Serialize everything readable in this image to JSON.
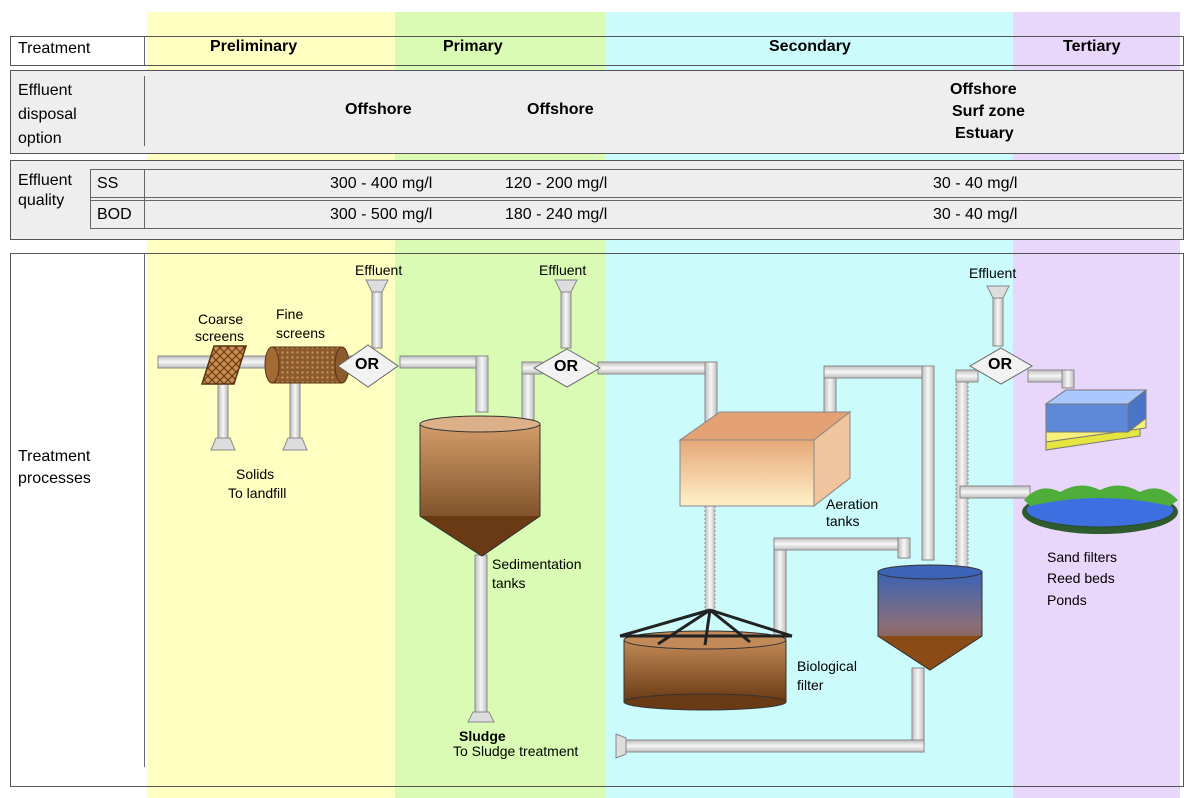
{
  "colors": {
    "preliminary": "#ffffc2",
    "primary": "#d9fbb3",
    "secondary": "#ccfbfb",
    "tertiary": "#e8d6fb",
    "row_bg": "#eeeeee"
  },
  "rows": {
    "treatment": "Treatment",
    "disposal": [
      "Effluent",
      "disposal",
      "option"
    ],
    "quality": [
      "Effluent",
      "quality"
    ],
    "processes": [
      "Treatment",
      "processes"
    ]
  },
  "stages": {
    "preliminary": "Preliminary",
    "primary": "Primary",
    "secondary": "Secondary",
    "tertiary": "Tertiary"
  },
  "disposal": {
    "preliminary": "Offshore",
    "primary": "Offshore",
    "secondary": [
      "Offshore",
      "Surf zone",
      "Estuary"
    ]
  },
  "quality": {
    "ss_label": "SS",
    "bod_label": "BOD",
    "ss": [
      "300 - 400 mg/l",
      "120 - 200 mg/l",
      "30 - 40 mg/l"
    ],
    "bod": [
      "300 - 500 mg/l",
      "180 - 240 mg/l",
      "30 - 40 mg/l"
    ]
  },
  "diagram": {
    "effluent": "Effluent",
    "or": "OR",
    "coarse_screens": [
      "Coarse",
      "screens"
    ],
    "fine_screens": [
      "Fine",
      "screens"
    ],
    "solids": [
      "Solids",
      "To landfill"
    ],
    "sedimentation": [
      "Sedimentation",
      "tanks"
    ],
    "sludge": "Sludge",
    "sludge_treatment": "To Sludge treatment",
    "aeration": [
      "Aeration",
      "tanks"
    ],
    "biological": [
      "Biological",
      "filter"
    ],
    "tertiary_options": [
      "Sand filters",
      "Reed beds",
      "Ponds"
    ]
  }
}
